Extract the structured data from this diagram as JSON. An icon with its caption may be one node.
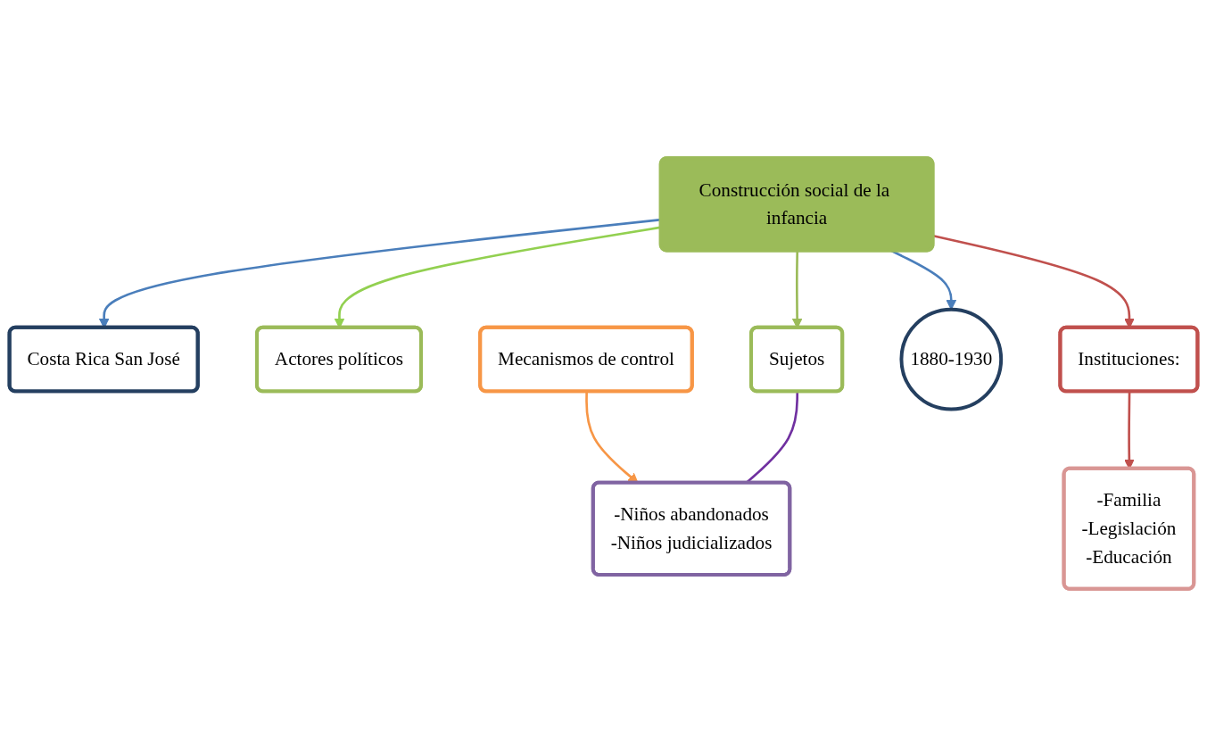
{
  "diagram": {
    "nodes": [
      {
        "text": [
          "Costa Rica San José"
        ]
      },
      {
        "text": [
          "Actores políticos"
        ]
      },
      {
        "text": [
          "Mecanismos de control"
        ]
      },
      {
        "text": [
          "Construcción social de la infancia"
        ]
      },
      {
        "text": [
          "-Niños abandonados",
          "-Niños judicializados"
        ]
      },
      {
        "text": [
          "Sujetos"
        ]
      },
      {
        "text": [
          "1880-1930"
        ]
      },
      {
        "text": [
          "Instituciones:"
        ]
      },
      {
        "text": [
          "-Familia",
          "-Legislación",
          "-Educación"
        ]
      }
    ],
    "edges": [
      {
        "from": 3,
        "to": 0,
        "arrow": "to",
        "color": "#4a7ebb"
      },
      {
        "from": 3,
        "to": 1,
        "arrow": "to",
        "color": "#92d050"
      },
      {
        "from": 2,
        "to": 4,
        "arrow": "to",
        "color": "#f79646"
      },
      {
        "from": 3,
        "to": 5,
        "arrow": "to",
        "color": "#9bbb59"
      },
      {
        "from": 5,
        "to": 4,
        "arrow": "none",
        "color": "#7030a0"
      },
      {
        "from": 3,
        "to": 6,
        "arrow": "to",
        "color": "#4a7ebb"
      },
      {
        "from": 3,
        "to": 7,
        "arrow": "to",
        "color": "#c0504d"
      },
      {
        "from": 7,
        "to": 8,
        "arrow": "to",
        "color": "#c0504d"
      }
    ]
  }
}
